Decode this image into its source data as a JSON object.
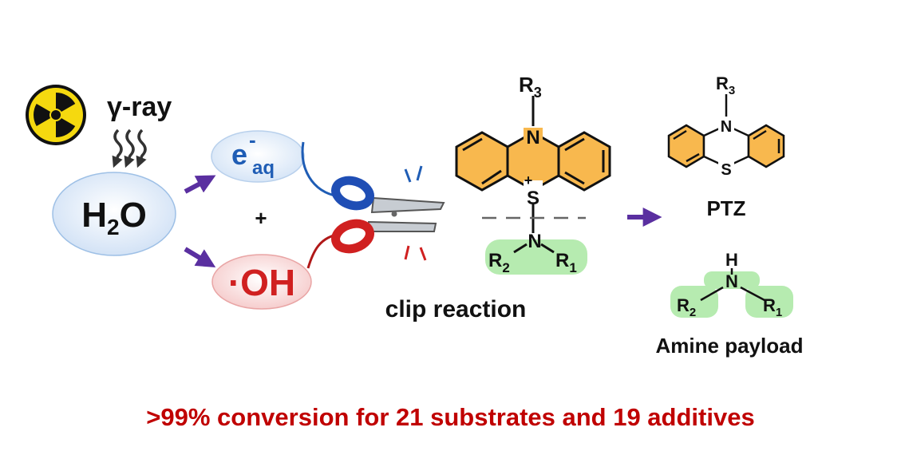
{
  "colors": {
    "ring_orange": "#F8B84E",
    "amine_green": "#B6EBB0",
    "water_blue": "#DDE9F8",
    "electron_text": "#1F5DB5",
    "hydroxyl_red": "#D02020",
    "hydroxyl_fill": "#FADCDC",
    "arrow_purple": "#5A2FA0",
    "footer_red": "#C00000",
    "hazard_yellow": "#F5D90F"
  },
  "source": {
    "label": "γ-ray",
    "icon": "radiation-icon"
  },
  "water": {
    "formula_main": "H",
    "formula_sub": "2",
    "formula_tail": "O"
  },
  "electron": {
    "symbol": "e",
    "charge": "-",
    "subscript": "aq"
  },
  "plus": "+",
  "hydroxyl": {
    "label": "·OH"
  },
  "scissors": {
    "icon": "scissors-icon"
  },
  "prodrug": {
    "r3": "R",
    "r3_sub": "3",
    "n_top": "N",
    "s_charge": "+",
    "s": "S",
    "n_amine": "N",
    "r2": "R",
    "r2_sub": "2",
    "r1": "R",
    "r1_sub": "1",
    "caption": "clip reaction"
  },
  "ptz": {
    "r3": "R",
    "r3_sub": "3",
    "n": "N",
    "s": "S",
    "caption": "PTZ"
  },
  "amine": {
    "h": "H",
    "n": "N",
    "r2": "R",
    "r2_sub": "2",
    "r1": "R",
    "r1_sub": "1",
    "caption": "Amine payload"
  },
  "footer": ">99% conversion for 21 substrates and 19 additives"
}
